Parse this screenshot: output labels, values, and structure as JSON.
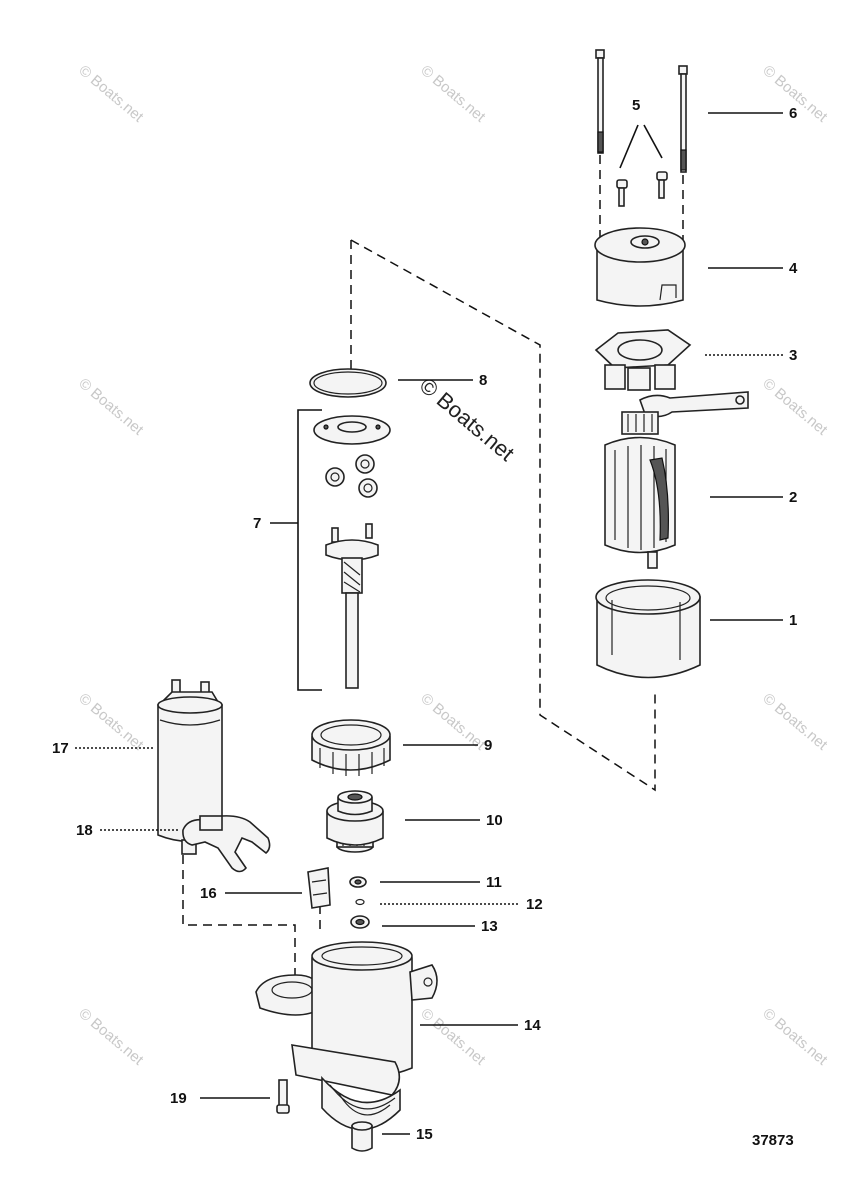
{
  "watermark": "© Boats.net",
  "figure_number": "37873",
  "callouts": {
    "c1": "1",
    "c2": "2",
    "c3": "3",
    "c4": "4",
    "c5": "5",
    "c6": "6",
    "c7": "7",
    "c8": "8",
    "c9": "9",
    "c10": "10",
    "c11": "11",
    "c12": "12",
    "c13": "13",
    "c14": "14",
    "c15": "15",
    "c16": "16",
    "c17": "17",
    "c18": "18",
    "c19": "19"
  },
  "icons": {
    "frame": "field-frame-icon",
    "armature": "armature-icon",
    "brush_holder": "brush-holder-icon",
    "end_cap": "end-cap-icon",
    "screws": "screw-icon",
    "through_bolts": "through-bolt-icon",
    "gear_assembly": "planetary-gear-icon",
    "o_ring": "o-ring-icon",
    "ring_gear": "ring-gear-icon",
    "drive": "starter-drive-icon",
    "washers": "washer-icon",
    "housing": "drive-housing-icon",
    "bushing": "bushing-icon",
    "clip": "clip-icon",
    "solenoid": "solenoid-icon",
    "lever": "shift-lever-icon"
  }
}
